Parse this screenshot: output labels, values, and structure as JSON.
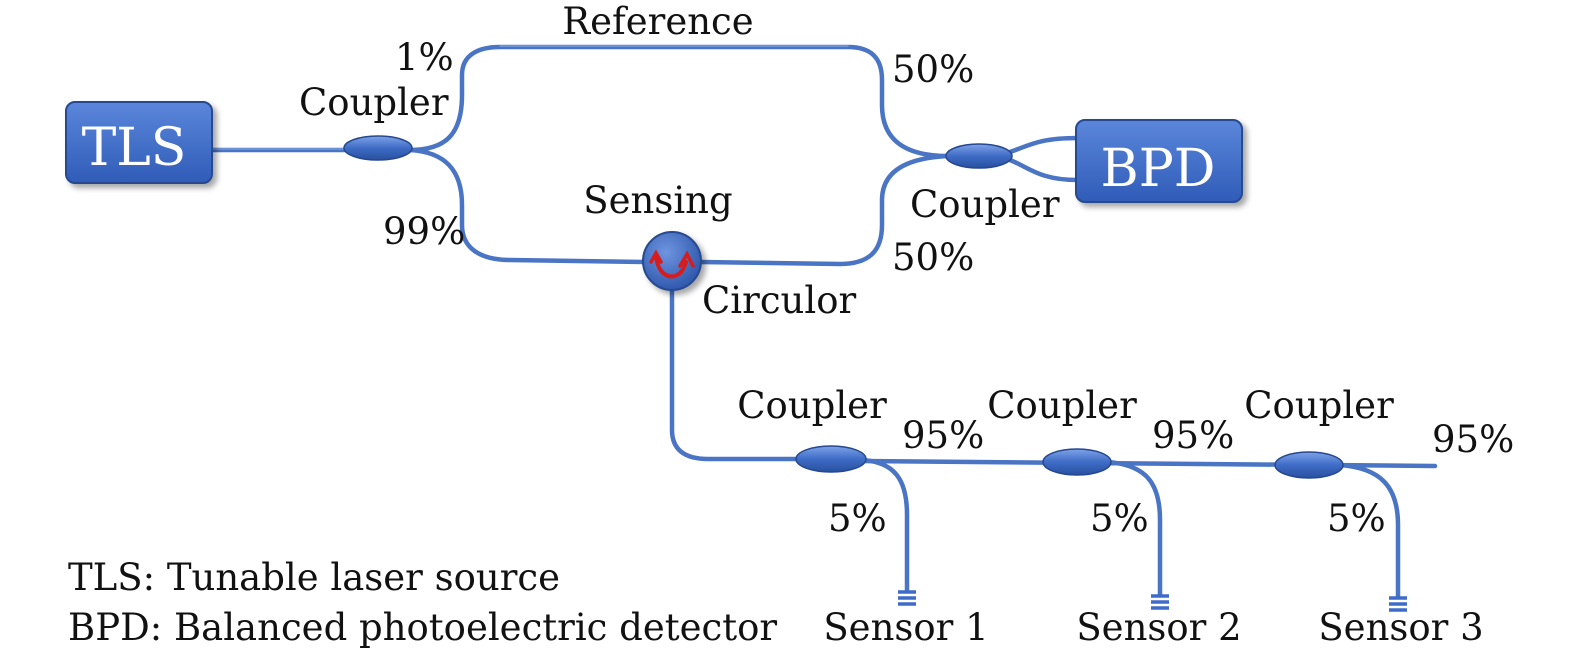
{
  "devices": {
    "tls": "TLS",
    "bpd": "BPD"
  },
  "labels": {
    "reference": "Reference",
    "sensing": "Sensing",
    "circulator": "Circulor",
    "coupler_input": "Coupler",
    "coupler_output": "Coupler",
    "split_1": "1%",
    "split_99": "99%",
    "split_50_top": "50%",
    "split_50_bottom": "50%"
  },
  "sensor_chain": [
    {
      "coupler": "Coupler",
      "pass": "95%",
      "tap": "5%",
      "sensor": "Sensor 1"
    },
    {
      "coupler": "Coupler",
      "pass": "95%",
      "tap": "5%",
      "sensor": "Sensor 2"
    },
    {
      "coupler": "Coupler",
      "pass": "95%",
      "tap": "5%",
      "sensor": "Sensor 3"
    }
  ],
  "legend": [
    "TLS: Tunable laser source",
    "BPD: Balanced photoelectric detector"
  ],
  "colors": {
    "fiber": "#4a74c4",
    "device_fill": "#3e6bc8",
    "circulator_arrow": "#d81b1b"
  }
}
